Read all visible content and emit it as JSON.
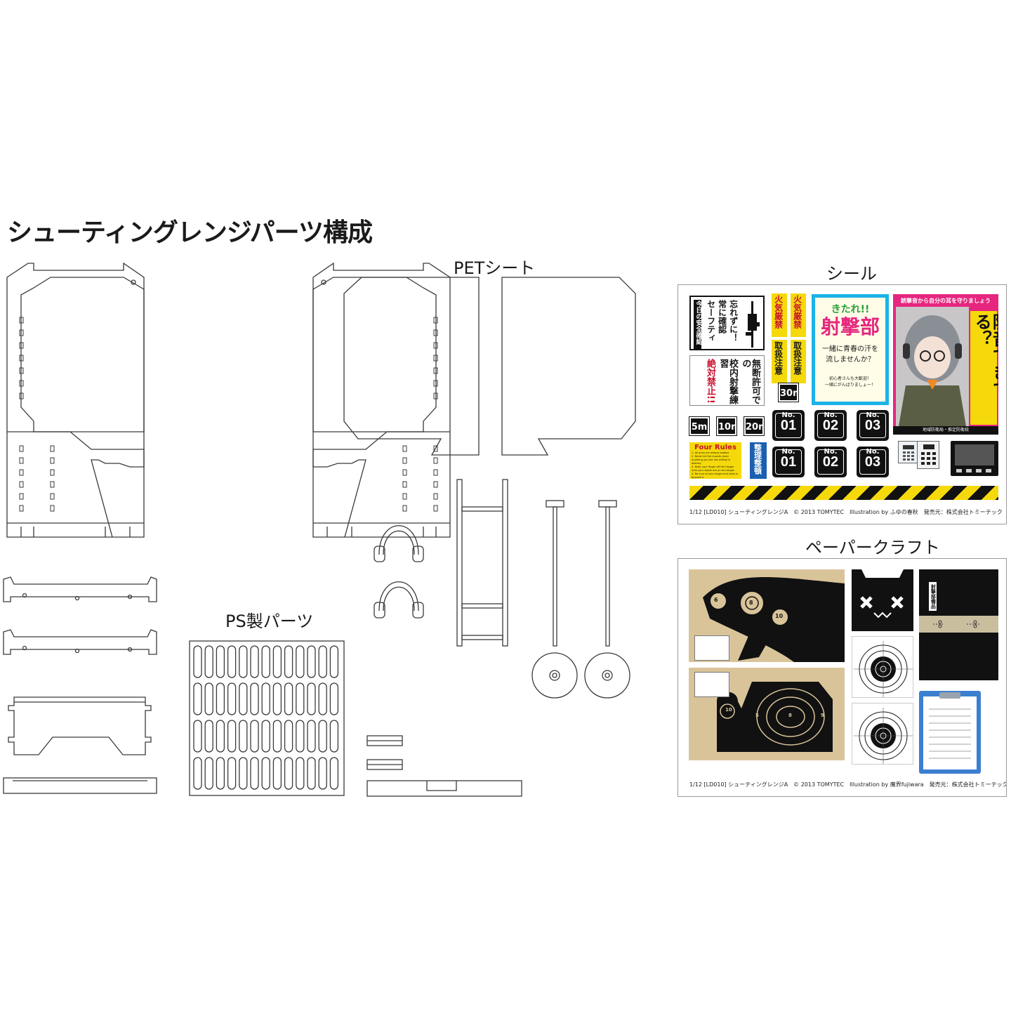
{
  "title": "シューティングレンジパーツ構成",
  "labels": {
    "pet": "PETシート",
    "ps": "PS製パーツ",
    "seal": "シール",
    "paper": "ペーパークラフト"
  },
  "seal_sheet": {
    "safety_block": {
      "head": "今日の安全確認",
      "line1": "セーフティ",
      "line2": "常に確認",
      "line3": "忘れずに！"
    },
    "no_permission": {
      "line1": "無断許可での",
      "line2": "校内射撃練習",
      "line3": "絶対禁止!!"
    },
    "fire_warning_1": {
      "top": "火気厳禁",
      "bottom": "取扱注意"
    },
    "fire_warning_2": {
      "top": "火気厳禁",
      "bottom": "取扱注意"
    },
    "club_poster": {
      "head": "きたれ!!",
      "main": "射撃部",
      "sub1": "一緒に青春の汗を",
      "sub2": "流しませんか？",
      "note1": "初心者さんも大歓迎！",
      "note2": "一緒にがんばりましょー！"
    },
    "ear_poster": {
      "head": "銃撃音から自分の耳を守りましょう",
      "main": "防音できてる？",
      "foot": "地域防衛局・推定防衛校"
    },
    "distance_30": "30m",
    "distances": [
      "5m",
      "10m",
      "20m"
    ],
    "number_tags": [
      {
        "no": "No.",
        "value": "01"
      },
      {
        "no": "No.",
        "value": "02"
      },
      {
        "no": "No.",
        "value": "03"
      },
      {
        "no": "No.",
        "value": "01"
      },
      {
        "no": "No.",
        "value": "02"
      },
      {
        "no": "No.",
        "value": "03"
      }
    ],
    "four_rules_title": "Four Rules",
    "four_rules": [
      "1. All guns are always loaded.",
      "2. Never let the muzzle cover anything you are not willing to destroy.",
      "3. Keep your finger off the trigger until your sights are on the target.",
      "4. Be sure of your target and what is beyond it."
    ],
    "tidy_sign": "整理整頓",
    "footer": "1/12 [LD010] シューティングレンジA　© 2013 TOMYTEC　Illustration by ふゆの春秋　発売元：株式会社トミーテック　PRINTED IN CHINA"
  },
  "paper_sheet": {
    "target_numbers_1": [
      "6",
      "8",
      "10"
    ],
    "target_numbers_2": [
      "10",
      "5",
      "8",
      "9"
    ],
    "box_label": "射撃部備品",
    "footer": "1/12 [LD010] シューティングレンジA　© 2013 TOMYTEC　Illustration by 魔界fujiwara　発売元：株式会社トミーテック　PRINTED IN CHINA"
  },
  "colors": {
    "tan": "#d9c49a",
    "black": "#111111",
    "pink": "#e6267f",
    "yellow": "#f5d90a",
    "cyan": "#1bb3e8",
    "blue": "#3b7fd0"
  }
}
